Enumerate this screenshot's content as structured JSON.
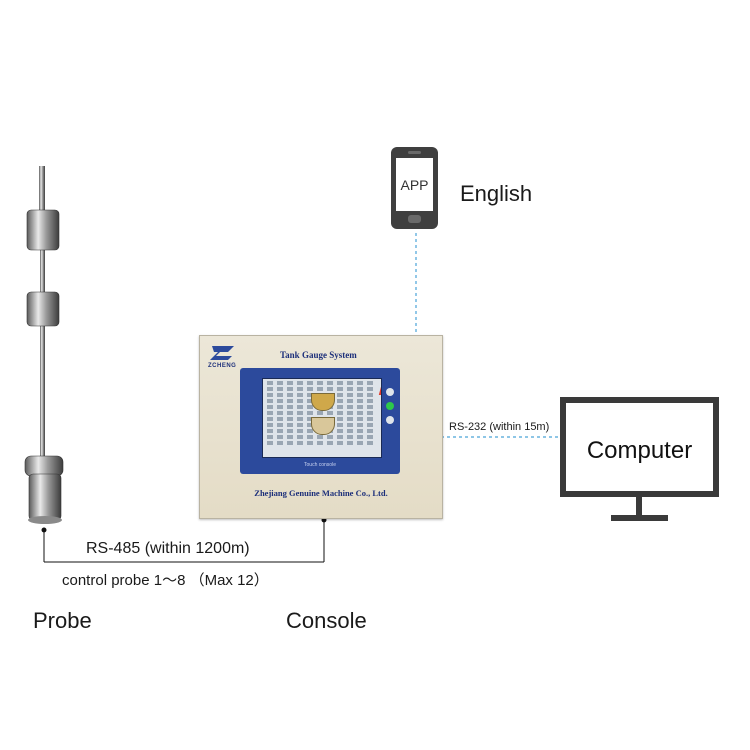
{
  "diagram": {
    "nodes": {
      "probe": {
        "label": "Probe"
      },
      "console": {
        "label": "Console",
        "title": "Tank Gauge System",
        "brand": "ZCHENG",
        "manufacturer": "Zhejiang Genuine Machine Co., Ltd.",
        "screen_caption": "Touch  console"
      },
      "app": {
        "screen_text": "APP",
        "label": "English"
      },
      "computer": {
        "screen_text": "Computer"
      }
    },
    "links": {
      "probe_console": {
        "protocol": "RS-485 (within 1200m)",
        "note": "control probe 1～8 （Max 12）"
      },
      "console_computer": {
        "protocol": "RS-232 (within 15m)"
      }
    },
    "colors": {
      "dashed_link": "#4aa3d8",
      "console_accent": "#1c2f7a",
      "device_dark": "#3a3a3a"
    }
  }
}
